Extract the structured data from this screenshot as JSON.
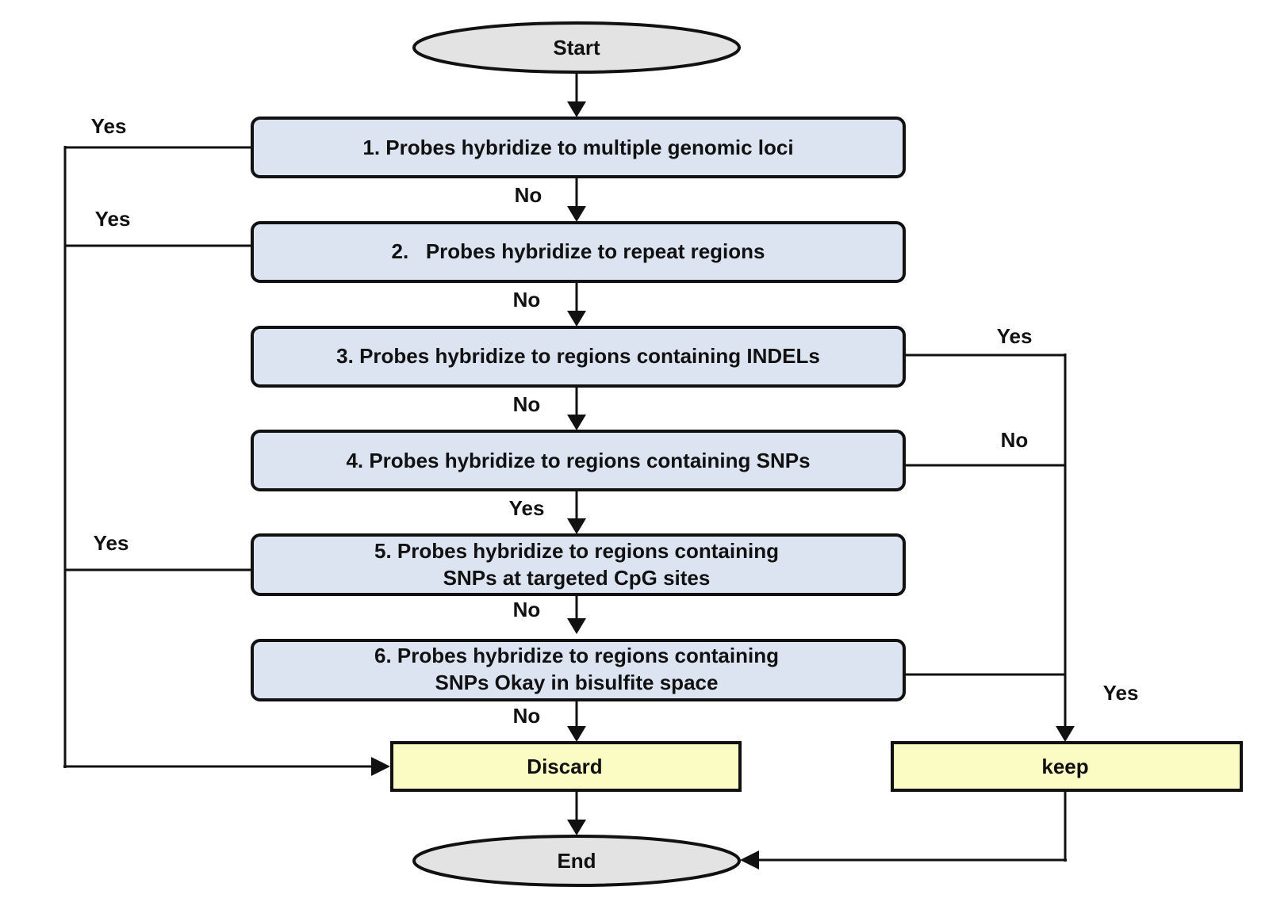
{
  "nodes": {
    "start": "Start",
    "step1": "1. Probes hybridize to multiple genomic loci",
    "step2": "2.   Probes hybridize to repeat regions",
    "step3": "3. Probes hybridize to regions containing INDELs",
    "step4": "4. Probes hybridize to regions containing SNPs",
    "step5_line1": "5. Probes hybridize to regions containing",
    "step5_line2": "SNPs at targeted CpG sites",
    "step6_line1": "6. Probes hybridize to regions containing",
    "step6_line2": "SNPs Okay in bisulfite space",
    "discard": "Discard",
    "keep": "keep",
    "end": "End"
  },
  "edges": {
    "step1_to_step2": "No",
    "step1_to_discard": "Yes",
    "step2_to_step3": "No",
    "step2_to_discard": "Yes",
    "step3_to_step4": "No",
    "step3_to_keep": "Yes",
    "step4_to_step5": "Yes",
    "step4_to_keep": "No",
    "step5_to_step6": "No",
    "step5_to_discard": "Yes",
    "step6_to_discard": "No",
    "step6_to_keep": "Yes"
  }
}
